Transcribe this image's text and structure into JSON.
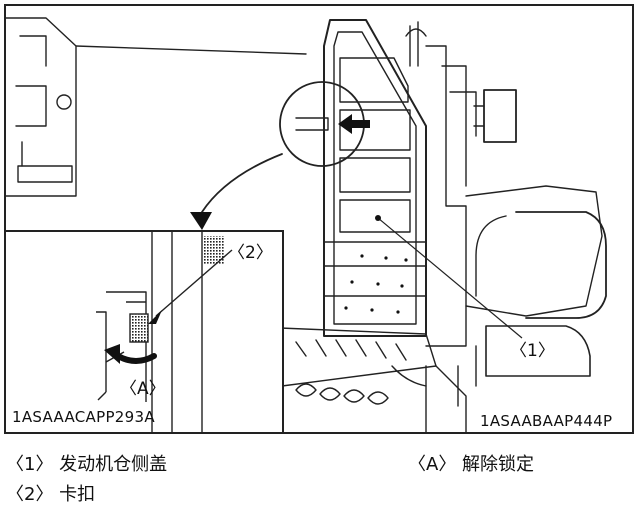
{
  "callouts": {
    "part1": "〈1〉",
    "part2": "〈2〉",
    "actionA": "〈A〉"
  },
  "figure_codes": {
    "inset": "1ASAAACAPP293A",
    "main": "1ASAABAAP444P"
  },
  "legend": {
    "item1": "〈1〉 发动机仓侧盖",
    "item2": "〈2〉 卡扣",
    "itemA": "〈A〉 解除锁定"
  }
}
